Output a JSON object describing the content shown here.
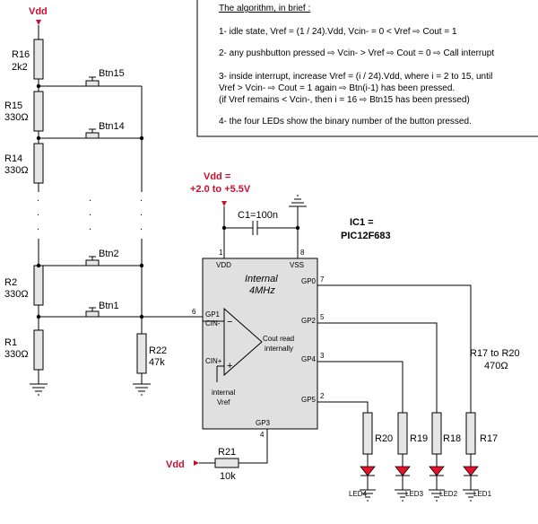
{
  "colors": {
    "accent_red": "#c8102e",
    "resistor_fill": "#e6e6e6",
    "chip_fill": "#e0e0e0",
    "led_red": "#e8112d"
  },
  "algorithm": {
    "title": "The algorithm, in brief :",
    "line1": "1- idle state, Vref = (1 / 24).Vdd, Vcin- = 0 < Vref ⇨ Cout = 1",
    "line2": "2- any pushbutton pressed ⇨ Vcin- > Vref ⇨ Cout = 0 ⇨ Call interrupt",
    "line3a": "3- inside interrupt, increase Vref = (i / 24).Vdd, where i = 2 to 15, until",
    "line3b": "Vref > Vcin- ⇨ Cout = 1 again ⇨ Btn(i-1) has been pressed.",
    "line3c": "(if  Vref  remains < Vcin-, then i = 16 ⇨ Btn15 has been pressed)",
    "line4": "4- the four LEDs show the binary number of the button pressed."
  },
  "supply": {
    "vdd_top": "Vdd",
    "vdd_chip": "Vdd =",
    "vdd_range": "+2.0 to +5.5V",
    "vdd_bottom": "Vdd"
  },
  "capacitor": {
    "label": "C1=100n"
  },
  "ic": {
    "name": "IC1 =",
    "part": "PIC12F683",
    "internal1": "Internal",
    "internal2": "4MHz",
    "pin_vdd": "VDD",
    "pin_vss": "VSS",
    "pin_gp0": "GP0",
    "pin_gp1": "GP1",
    "pin_cin_minus": "CIN-",
    "pin_cin_plus": "CIN+",
    "pin_gp2": "GP2",
    "pin_gp4": "GP4",
    "pin_gp5": "GP5",
    "pin_gp3": "GP3",
    "num1": "1",
    "num8": "8",
    "num7": "7",
    "num6": "6",
    "num5": "5",
    "num3": "3",
    "num2": "2",
    "num4": "4",
    "comp_out1": "Cout read",
    "comp_out2": "internally",
    "vref1": "internal",
    "vref2": "Vref",
    "minus": "−",
    "plus": "+"
  },
  "ladder": {
    "r16_name": "R16",
    "r16_value": "2k2",
    "r15_name": "R15",
    "r15_value": "330Ω",
    "r14_name": "R14",
    "r14_value": "330Ω",
    "r2_name": "R2",
    "r2_value": "330Ω",
    "r1_name": "R1",
    "r1_value": "330Ω"
  },
  "buttons": {
    "btn15": "Btn15",
    "btn14": "Btn14",
    "btn2": "Btn2",
    "btn1": "Btn1"
  },
  "r22": {
    "name": "R22",
    "value": "47k"
  },
  "r21": {
    "name": "R21",
    "value": "10k"
  },
  "outputs": {
    "group_name": "R17 to R20",
    "group_value": "470Ω",
    "r20": "R20",
    "r19": "R19",
    "r18": "R18",
    "r17": "R17",
    "led4": "LED4",
    "led3": "LED3",
    "led2": "LED2",
    "led1": "LED1"
  },
  "ellipsis": "."
}
